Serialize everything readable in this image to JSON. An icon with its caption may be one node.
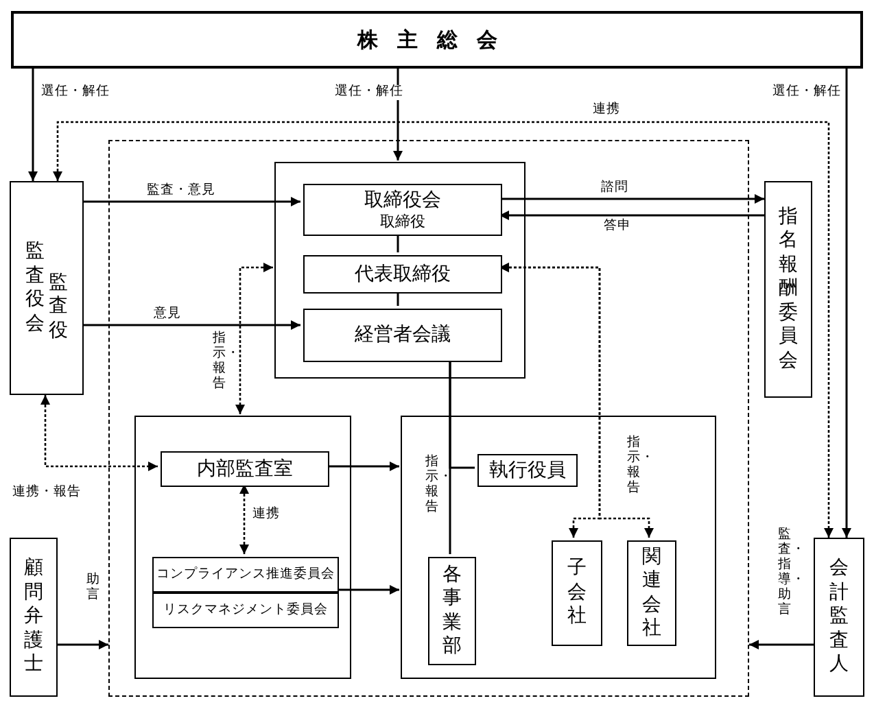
{
  "diagram": {
    "nodes": [
      {
        "text": [
          "株主総会"
        ]
      },
      {
        "text": [],
        "shape": "box"
      },
      {
        "text": [],
        "shape": "box",
        "in": 1
      },
      {
        "text": [
          "取締役会",
          "取締役"
        ],
        "in": 2
      },
      {
        "text": [
          "代表取締役"
        ],
        "in": 2
      },
      {
        "text": [
          "経営者会議"
        ],
        "in": 2
      },
      {
        "text": [],
        "shape": "box",
        "in": 1
      },
      {
        "text": [
          "内部監査室"
        ],
        "in": 6
      },
      {
        "text": [
          "コンプライアンス推進委員会"
        ],
        "in": 6
      },
      {
        "text": [
          "リスクマネジメント委員会"
        ],
        "in": 6
      },
      {
        "text": [],
        "shape": "box",
        "in": 1
      },
      {
        "text": [
          "執行役員"
        ],
        "in": 10
      },
      {
        "text": [
          "各事業部"
        ],
        "in": 10
      },
      {
        "text": [
          "子会社"
        ],
        "in": 10
      },
      {
        "text": [
          "関連会社"
        ],
        "in": 10
      },
      {
        "text": [
          "監査役会",
          "監査役"
        ]
      },
      {
        "text": [
          "指名報酬委員会"
        ]
      },
      {
        "text": [
          "顧問弁護士"
        ]
      },
      {
        "text": [
          "会計監査人"
        ]
      }
    ],
    "edges": [
      {
        "from": 0,
        "to": 15,
        "arrow": "to",
        "label": "選任・解任"
      },
      {
        "from": 0,
        "to": 2,
        "arrow": "to",
        "label": "選任・解任"
      },
      {
        "from": 0,
        "to": 18,
        "arrow": "to",
        "label": "選任・解任"
      },
      {
        "from": 15,
        "to": 18,
        "arrow": "both",
        "style": "dashed",
        "label": "連携"
      },
      {
        "from": 15,
        "to": 3,
        "arrow": "to",
        "label": "監査・意見"
      },
      {
        "from": 15,
        "to": 5,
        "arrow": "to",
        "label": "意見"
      },
      {
        "from": 3,
        "to": 16,
        "arrow": "to",
        "label": "諮問"
      },
      {
        "from": 16,
        "to": 3,
        "arrow": "to",
        "label": "答申"
      },
      {
        "from": 3,
        "to": 4,
        "arrow": "none"
      },
      {
        "from": 4,
        "to": 5,
        "arrow": "none"
      },
      {
        "from": 2,
        "to": 6,
        "arrow": "both",
        "style": "dashed",
        "label": "指示・報告"
      },
      {
        "from": 4,
        "to": 13,
        "arrow": "both",
        "style": "dashed",
        "label": "指示・報告"
      },
      {
        "from": 4,
        "to": 14,
        "arrow": "both",
        "style": "dashed"
      },
      {
        "from": 5,
        "to": 12,
        "arrow": "none",
        "label": "指示・報告"
      },
      {
        "from": 5,
        "to": 11,
        "arrow": "none"
      },
      {
        "from": 7,
        "to": 10,
        "arrow": "to"
      },
      {
        "from": 9,
        "to": 10,
        "arrow": "to"
      },
      {
        "from": 7,
        "to": 8,
        "arrow": "both",
        "style": "dashed",
        "label": "連携"
      },
      {
        "from": 15,
        "to": 7,
        "arrow": "both",
        "style": "dashed",
        "label": "連携・報告"
      },
      {
        "from": 17,
        "to": 1,
        "arrow": "to",
        "label": "助言"
      },
      {
        "from": 18,
        "to": 1,
        "arrow": "to",
        "label": "監査・指導・助言"
      }
    ]
  }
}
